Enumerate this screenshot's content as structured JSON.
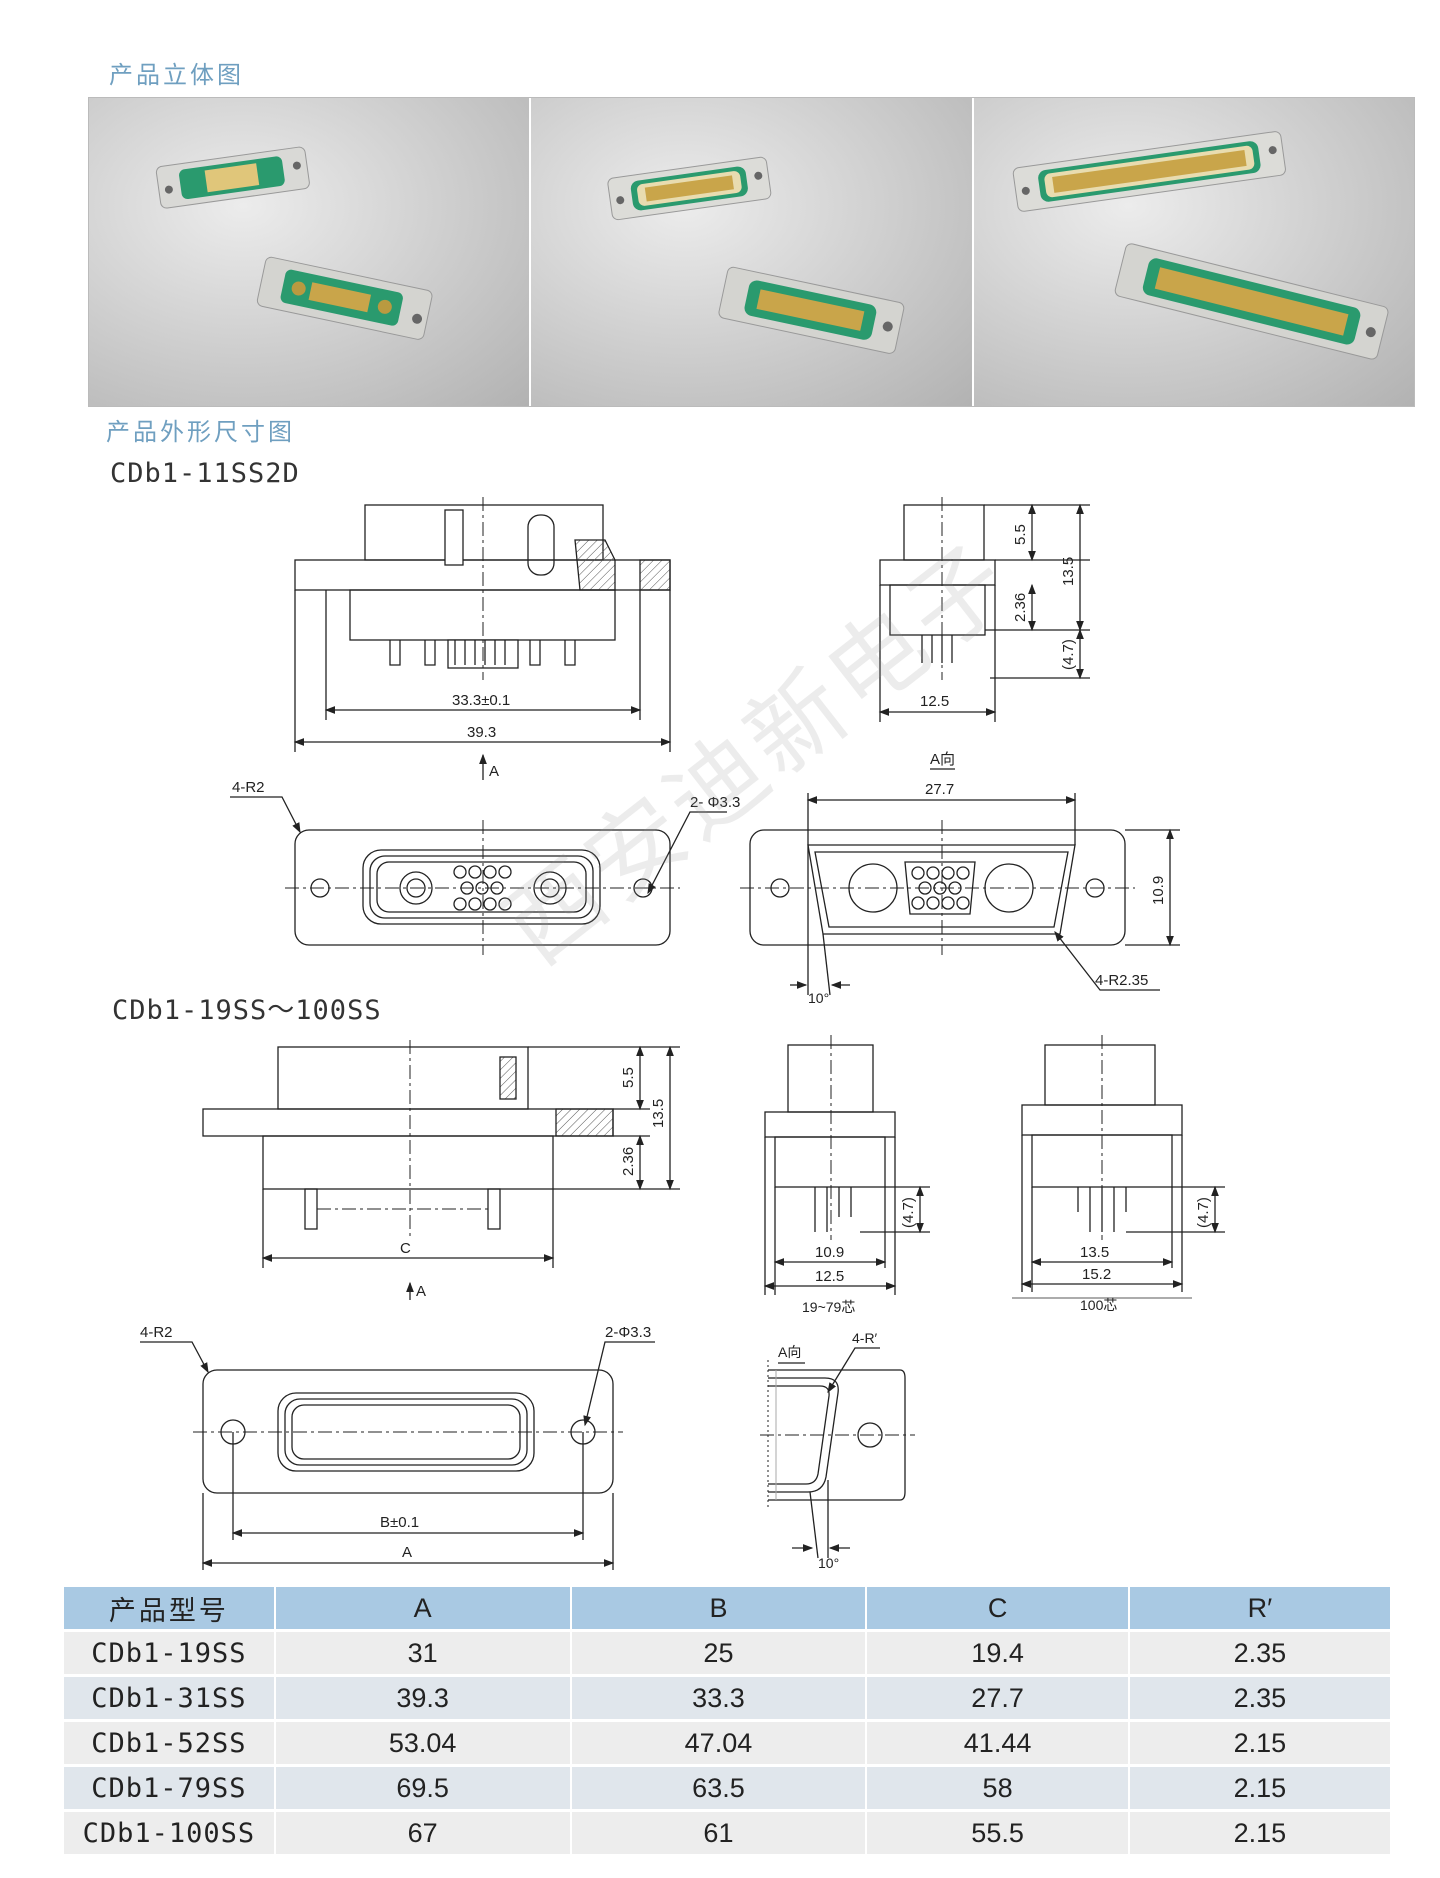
{
  "sections": {
    "photo_title": "产品立体图",
    "dimension_title": "产品外形尺寸图"
  },
  "models": {
    "model1": "CDb1-11SS2D",
    "model2": "CDb1-19SS～100SS"
  },
  "watermark": "西安迪新电子",
  "drawing1": {
    "dim_33": "33.3±0.1",
    "dim_39": "39.3",
    "arrow_a": "A",
    "dim_5_5": "5.5",
    "dim_13_5": "13.5",
    "dim_2_36": "2.36",
    "dim_4_7": "(4.7)",
    "dim_12_5": "12.5",
    "view_a": "A向",
    "r2": "4-R2",
    "phi": "2- Φ3.3",
    "dim_27_7": "27.7",
    "dim_10_9": "10.9",
    "angle": "10°",
    "r2_35": "4-R2.35"
  },
  "drawing2": {
    "dim_5_5": "5.5",
    "dim_13_5": "13.5",
    "dim_2_36": "2.36",
    "dim_c": "C",
    "arrow_a": "A",
    "dim_4_7a": "(4.7)",
    "dim_10_9": "10.9",
    "dim_12_5": "12.5",
    "caption_19_79": "19~79芯",
    "dim_4_7b": "(4.7)",
    "dim_13_5b": "13.5",
    "dim_15_2": "15.2",
    "caption_100": "100芯",
    "r2": "4-R2",
    "phi": "2-Φ3.3",
    "dim_b": "B±0.1",
    "dim_a": "A",
    "view_a": "A向",
    "r_prime": "4-R′",
    "angle": "10°"
  },
  "table": {
    "headers": [
      "产品型号",
      "A",
      "B",
      "C",
      "R′"
    ],
    "rows": [
      [
        "CDb1-19SS",
        "31",
        "25",
        "19.4",
        "2.35"
      ],
      [
        "CDb1-31SS",
        "39.3",
        "33.3",
        "27.7",
        "2.35"
      ],
      [
        "CDb1-52SS",
        "53.04",
        "47.04",
        "41.44",
        "2.15"
      ],
      [
        "CDb1-79SS",
        "69.5",
        "63.5",
        "58",
        "2.15"
      ],
      [
        "CDb1-100SS",
        "67",
        "61",
        "55.5",
        "2.15"
      ]
    ]
  },
  "colors": {
    "title_blue": "#6f9fc0",
    "header_blue": "#a9c9e3",
    "insulator_green": "#2a9a6e",
    "contact_gold": "#c9a54a"
  }
}
